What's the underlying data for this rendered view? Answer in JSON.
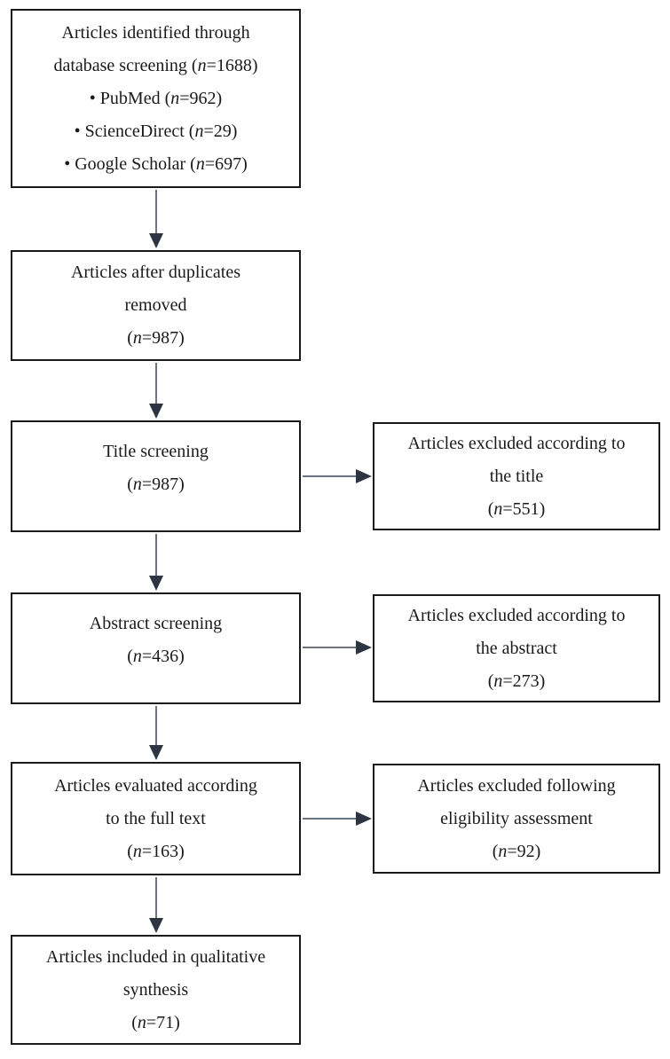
{
  "colors": {
    "background": "#ffffff",
    "box_border": "#1a1a1a",
    "box_fill": "#ffffff",
    "text": "#1a1a1a",
    "arrow_line": "#6b7280",
    "arrow_head": "#2d3543"
  },
  "counts": {
    "identified_total": 1688,
    "pubmed": 962,
    "sciencedirect": 29,
    "google_scholar": 697,
    "after_duplicates_removed": 987,
    "title_screening": 987,
    "excluded_by_title": 551,
    "abstract_screening": 436,
    "excluded_by_abstract": 273,
    "full_text_evaluated": 163,
    "excluded_eligibility": 92,
    "included_qualitative_synthesis": 71
  },
  "boxes": [
    {
      "id": "identified",
      "lines": [
        [
          {
            "t": "Articles identified through"
          }
        ],
        [
          {
            "t": "database screening ("
          },
          {
            "t": "n",
            "i": true
          },
          {
            "t": "=1688)"
          }
        ],
        [
          {
            "t": "• PubMed ("
          },
          {
            "t": "n",
            "i": true
          },
          {
            "t": "=962)"
          }
        ],
        [
          {
            "t": "• ScienceDirect ("
          },
          {
            "t": "n",
            "i": true
          },
          {
            "t": "=29)"
          }
        ],
        [
          {
            "t": "• Google Scholar ("
          },
          {
            "t": "n",
            "i": true
          },
          {
            "t": "=697)"
          }
        ]
      ]
    },
    {
      "id": "duplicates-removed",
      "lines": [
        [
          {
            "t": "Articles after duplicates"
          }
        ],
        [
          {
            "t": "removed"
          }
        ],
        [
          {
            "t": "("
          },
          {
            "t": "n",
            "i": true
          },
          {
            "t": "=987)"
          }
        ]
      ]
    },
    {
      "id": "title-screening",
      "lines": [
        [
          {
            "t": "Title screening"
          }
        ],
        [
          {
            "t": "("
          },
          {
            "t": "n",
            "i": true
          },
          {
            "t": "=987)"
          }
        ]
      ]
    },
    {
      "id": "excluded-title",
      "lines": [
        [
          {
            "t": "Articles excluded according to"
          }
        ],
        [
          {
            "t": "the title"
          }
        ],
        [
          {
            "t": "("
          },
          {
            "t": "n",
            "i": true
          },
          {
            "t": "=551)"
          }
        ]
      ]
    },
    {
      "id": "abstract-screening",
      "lines": [
        [
          {
            "t": "Abstract screening"
          }
        ],
        [
          {
            "t": "("
          },
          {
            "t": "n",
            "i": true
          },
          {
            "t": "=436)"
          }
        ]
      ]
    },
    {
      "id": "excluded-abstract",
      "lines": [
        [
          {
            "t": "Articles excluded according to"
          }
        ],
        [
          {
            "t": "the abstract"
          }
        ],
        [
          {
            "t": "("
          },
          {
            "t": "n",
            "i": true
          },
          {
            "t": "=273)"
          }
        ]
      ]
    },
    {
      "id": "full-text-evaluated",
      "lines": [
        [
          {
            "t": "Articles evaluated according"
          }
        ],
        [
          {
            "t": "to the full text"
          }
        ],
        [
          {
            "t": "("
          },
          {
            "t": "n",
            "i": true
          },
          {
            "t": "=163)"
          }
        ]
      ]
    },
    {
      "id": "excluded-eligibility",
      "lines": [
        [
          {
            "t": "Articles excluded following"
          }
        ],
        [
          {
            "t": "eligibility assessment"
          }
        ],
        [
          {
            "t": "("
          },
          {
            "t": "n",
            "i": true
          },
          {
            "t": "=92)"
          }
        ]
      ]
    },
    {
      "id": "included-synthesis",
      "lines": [
        [
          {
            "t": "Articles included in qualitative"
          }
        ],
        [
          {
            "t": "synthesis"
          }
        ],
        [
          {
            "t": "("
          },
          {
            "t": "n",
            "i": true
          },
          {
            "t": "=71)"
          }
        ]
      ]
    }
  ]
}
